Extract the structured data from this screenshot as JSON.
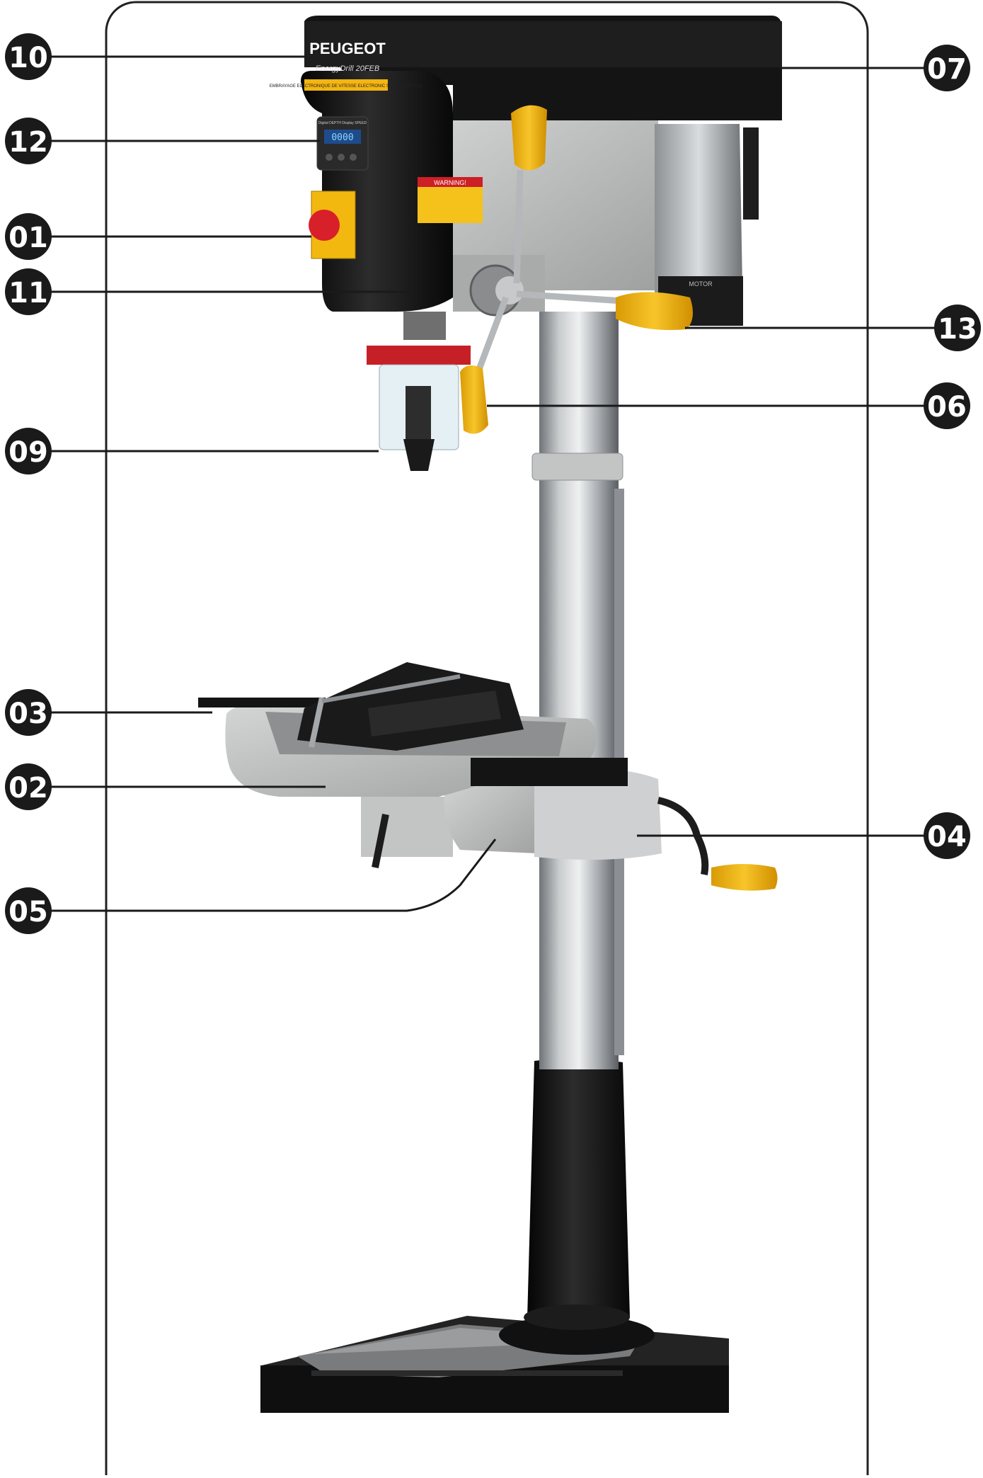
{
  "brand": {
    "name": "PEUGEOT",
    "model": "EnergyDrill 20FEB",
    "head_strip_text": "EMBRAYAGE ELECTRONIQUE DE VITESSE ELECTRONIC SPEED CONTROL",
    "display_label": "Digital DEPTH Display SPEED",
    "display_value": "0000",
    "warning_title": "WARNING!",
    "motor_label": "MOTOR"
  },
  "callouts": [
    {
      "id": "callout-10",
      "label": "10"
    },
    {
      "id": "callout-12",
      "label": "12"
    },
    {
      "id": "callout-01",
      "label": "01"
    },
    {
      "id": "callout-11",
      "label": "11"
    },
    {
      "id": "callout-09",
      "label": "09"
    },
    {
      "id": "callout-03",
      "label": "03"
    },
    {
      "id": "callout-02",
      "label": "02"
    },
    {
      "id": "callout-05",
      "label": "05"
    },
    {
      "id": "callout-07",
      "label": "07"
    },
    {
      "id": "callout-13",
      "label": "13"
    },
    {
      "id": "callout-06",
      "label": "06"
    },
    {
      "id": "callout-04",
      "label": "04"
    }
  ],
  "colors": {
    "badge": "#1a1a1a",
    "frame": "#222222",
    "head_black": "#141414",
    "body_grey": "#b8b9b9",
    "column_silver": "#9ea2a5",
    "handle_yellow": "#f2b410",
    "stop_red": "#d8202a"
  }
}
